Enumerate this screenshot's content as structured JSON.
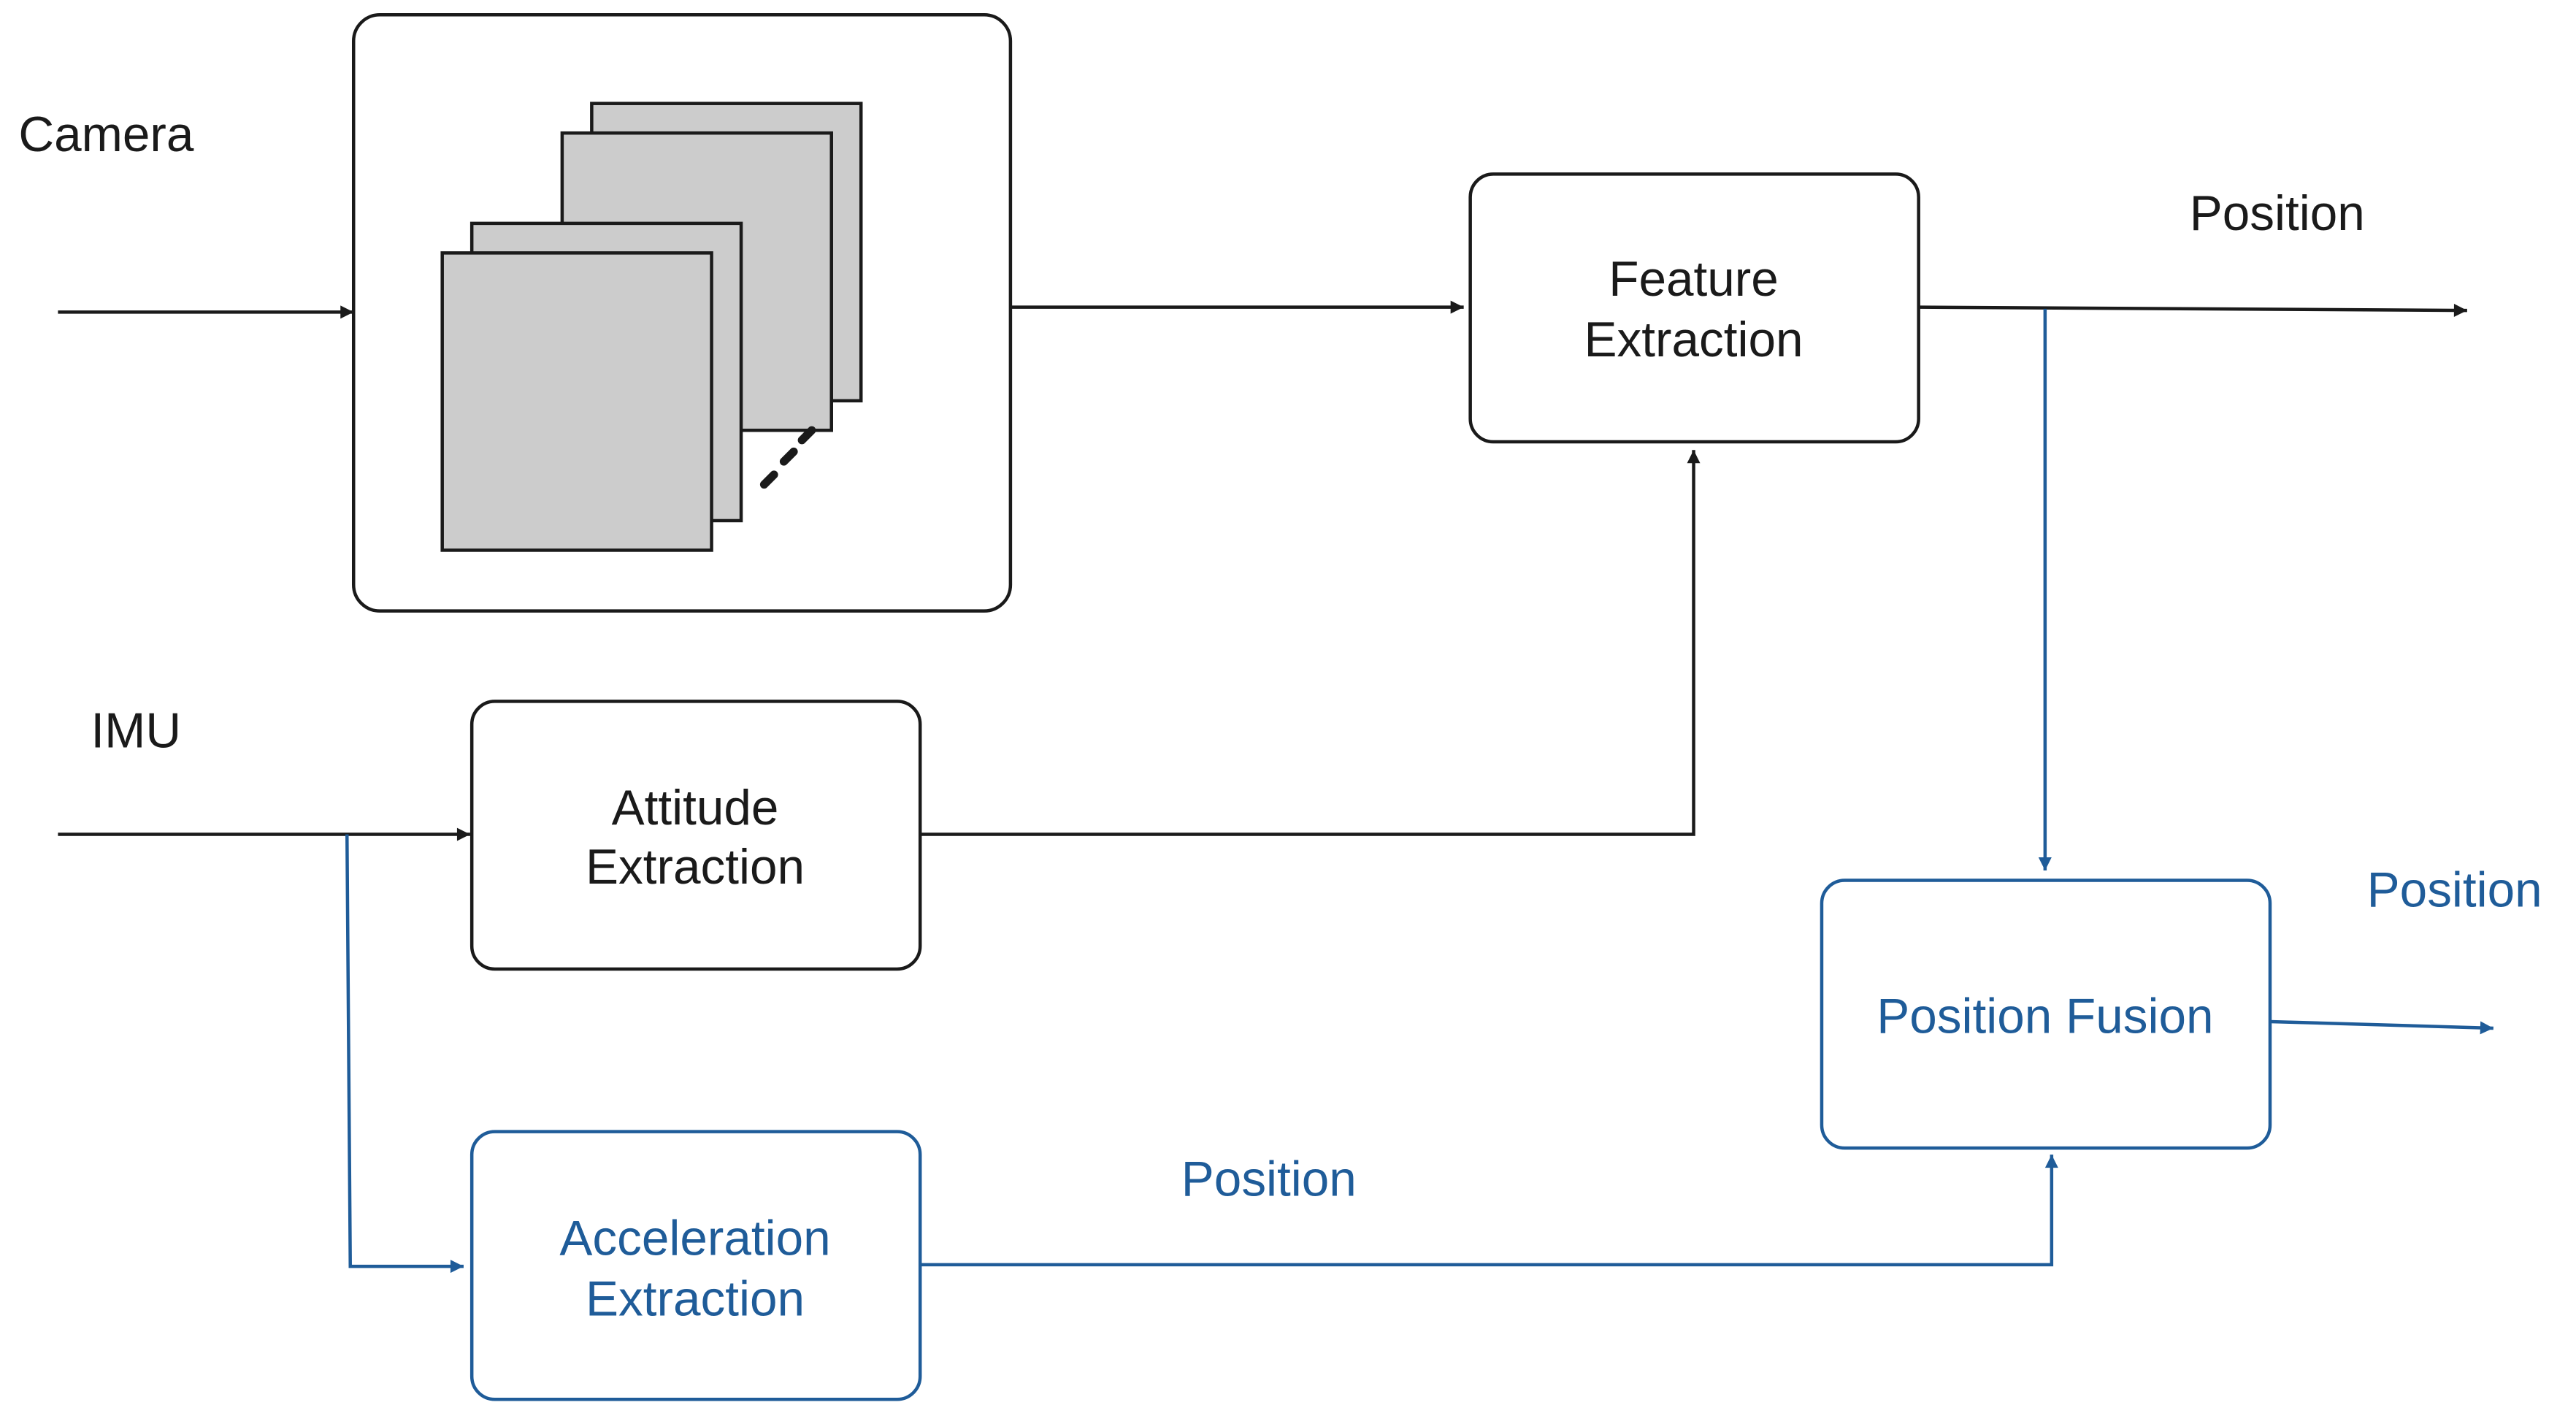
{
  "labels": {
    "camera": "Camera",
    "imu": "IMU",
    "feature_extraction_line1": "Feature",
    "feature_extraction_line2": "Extraction",
    "attitude_extraction_line1": "Attitude",
    "attitude_extraction_line2": "Extraction",
    "acceleration_extraction_line1": "Acceleration",
    "acceleration_extraction_line2": "Extraction",
    "position_fusion": "Position Fusion",
    "position_output_top": "Position",
    "position_output_fusion": "Position",
    "position_from_acceleration": "Position"
  },
  "colors": {
    "primary_line": "#1a1a1a",
    "fusion_path": "#1f5c99",
    "frame_fill": "#cccccc"
  }
}
